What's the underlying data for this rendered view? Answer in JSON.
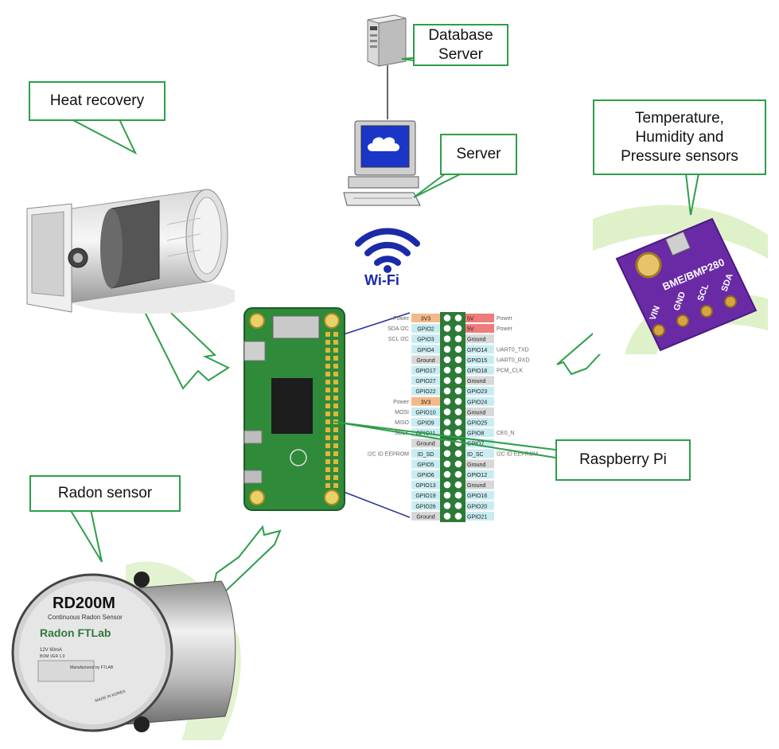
{
  "callouts": {
    "database_server": "Database\nServer",
    "server": "Server",
    "heat_recovery": "Heat recovery",
    "sensors": "Temperature,\nHumidity and\nPressure sensors",
    "raspberry_pi": "Raspberry Pi",
    "radon_sensor": "Radon sensor"
  },
  "wifi_label": "Wi-Fi",
  "bme_board": {
    "chip_label": "BME/BMP280",
    "pins": [
      "VIN",
      "GND",
      "SCL",
      "SDA"
    ]
  },
  "radon_device": {
    "model": "RD200M",
    "subtitle": "Continuous Radon Sensor",
    "brand": "Radon FTLab",
    "manufacturer": "Manufactured by FTLAB",
    "made_in": "MADE IN KOREA",
    "board_ver": "BOM VER 1.0",
    "spec": "12V  60mA"
  },
  "gpio": {
    "left": [
      "3V3",
      "GPIO2",
      "GPIO3",
      "GPIO4",
      "Ground",
      "GPIO17",
      "GPIO27",
      "GPIO22",
      "3V3",
      "GPIO10",
      "GPIO9",
      "GPIO11",
      "Ground",
      "ID_SD",
      "GPIO5",
      "GPIO6",
      "GPIO13",
      "GPIO19",
      "GPIO26",
      "Ground"
    ],
    "right": [
      "5V",
      "5V",
      "Ground",
      "GPIO14",
      "GPIO15",
      "GPIO18",
      "Ground",
      "GPIO23",
      "GPIO24",
      "Ground",
      "GPIO25",
      "GPIO8",
      "GPIO7",
      "ID_SC",
      "Ground",
      "GPIO12",
      "Ground",
      "GPIO16",
      "GPIO20",
      "GPIO21"
    ],
    "left_notes": [
      "Power",
      "SDA I2C",
      "SCL I2C",
      "",
      "",
      "",
      "",
      "",
      "Power",
      "MOSI",
      "MISO",
      "SCLK",
      "",
      "I2C ID EEPROM",
      "",
      "",
      "",
      "",
      "",
      ""
    ],
    "right_notes": [
      "Power",
      "Power",
      "",
      "UART0_TXD",
      "UART0_RXD",
      "PCM_CLK",
      "",
      "",
      "",
      "",
      "",
      "CE0_N",
      "",
      "I2C ID EEPROM",
      "",
      "",
      "",
      "",
      "",
      ""
    ]
  }
}
